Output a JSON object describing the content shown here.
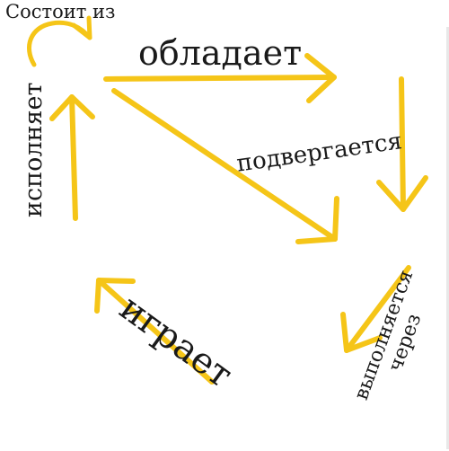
{
  "diagram": {
    "arrow_color": "#f5c518",
    "labels": {
      "consists_of": "Состоит из",
      "has": "обладает",
      "undergoes": "подвергается",
      "performs": "исполняет",
      "plays": "играет",
      "executed_through": "выполняется через"
    },
    "executed_through_lines": [
      "выполняется",
      "через"
    ]
  }
}
